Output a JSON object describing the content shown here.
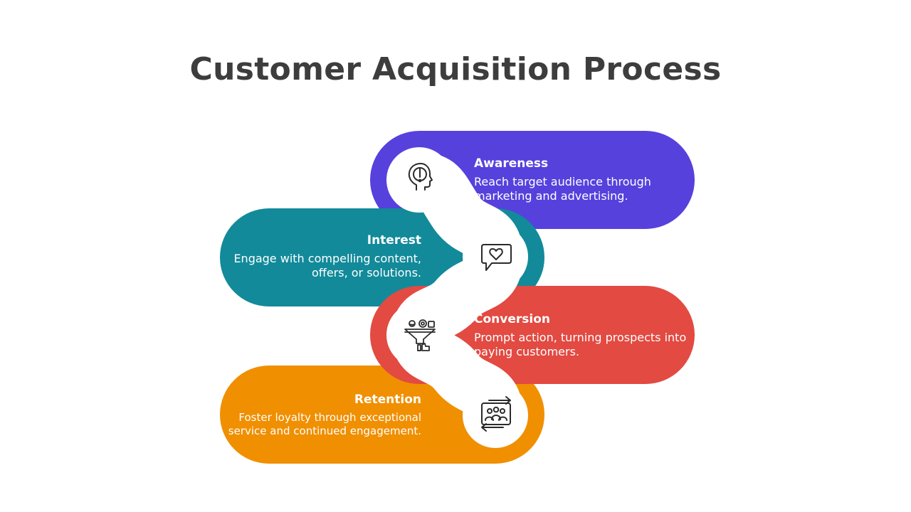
{
  "title": "Customer Acquisition Process",
  "colors": {
    "awareness": "#5641dd",
    "interest": "#128a9a",
    "conversion": "#e24a42",
    "retention": "#f08f00",
    "icon_stroke": "#2b2b2b"
  },
  "steps": [
    {
      "heading": "Awareness",
      "description": "Reach target audience through marketing and advertising.",
      "icon": "head-exclamation-icon"
    },
    {
      "heading": "Interest",
      "description": "Engage with compelling content, offers, or solutions.",
      "icon": "heart-speech-bubble-icon"
    },
    {
      "heading": "Conversion",
      "description": "Prompt action, turning prospects into paying customers.",
      "icon": "conversion-funnel-icon"
    },
    {
      "heading": "Retention",
      "description": "Foster loyalty through exceptional service and continued engagement.",
      "icon": "recurring-customers-icon"
    }
  ]
}
